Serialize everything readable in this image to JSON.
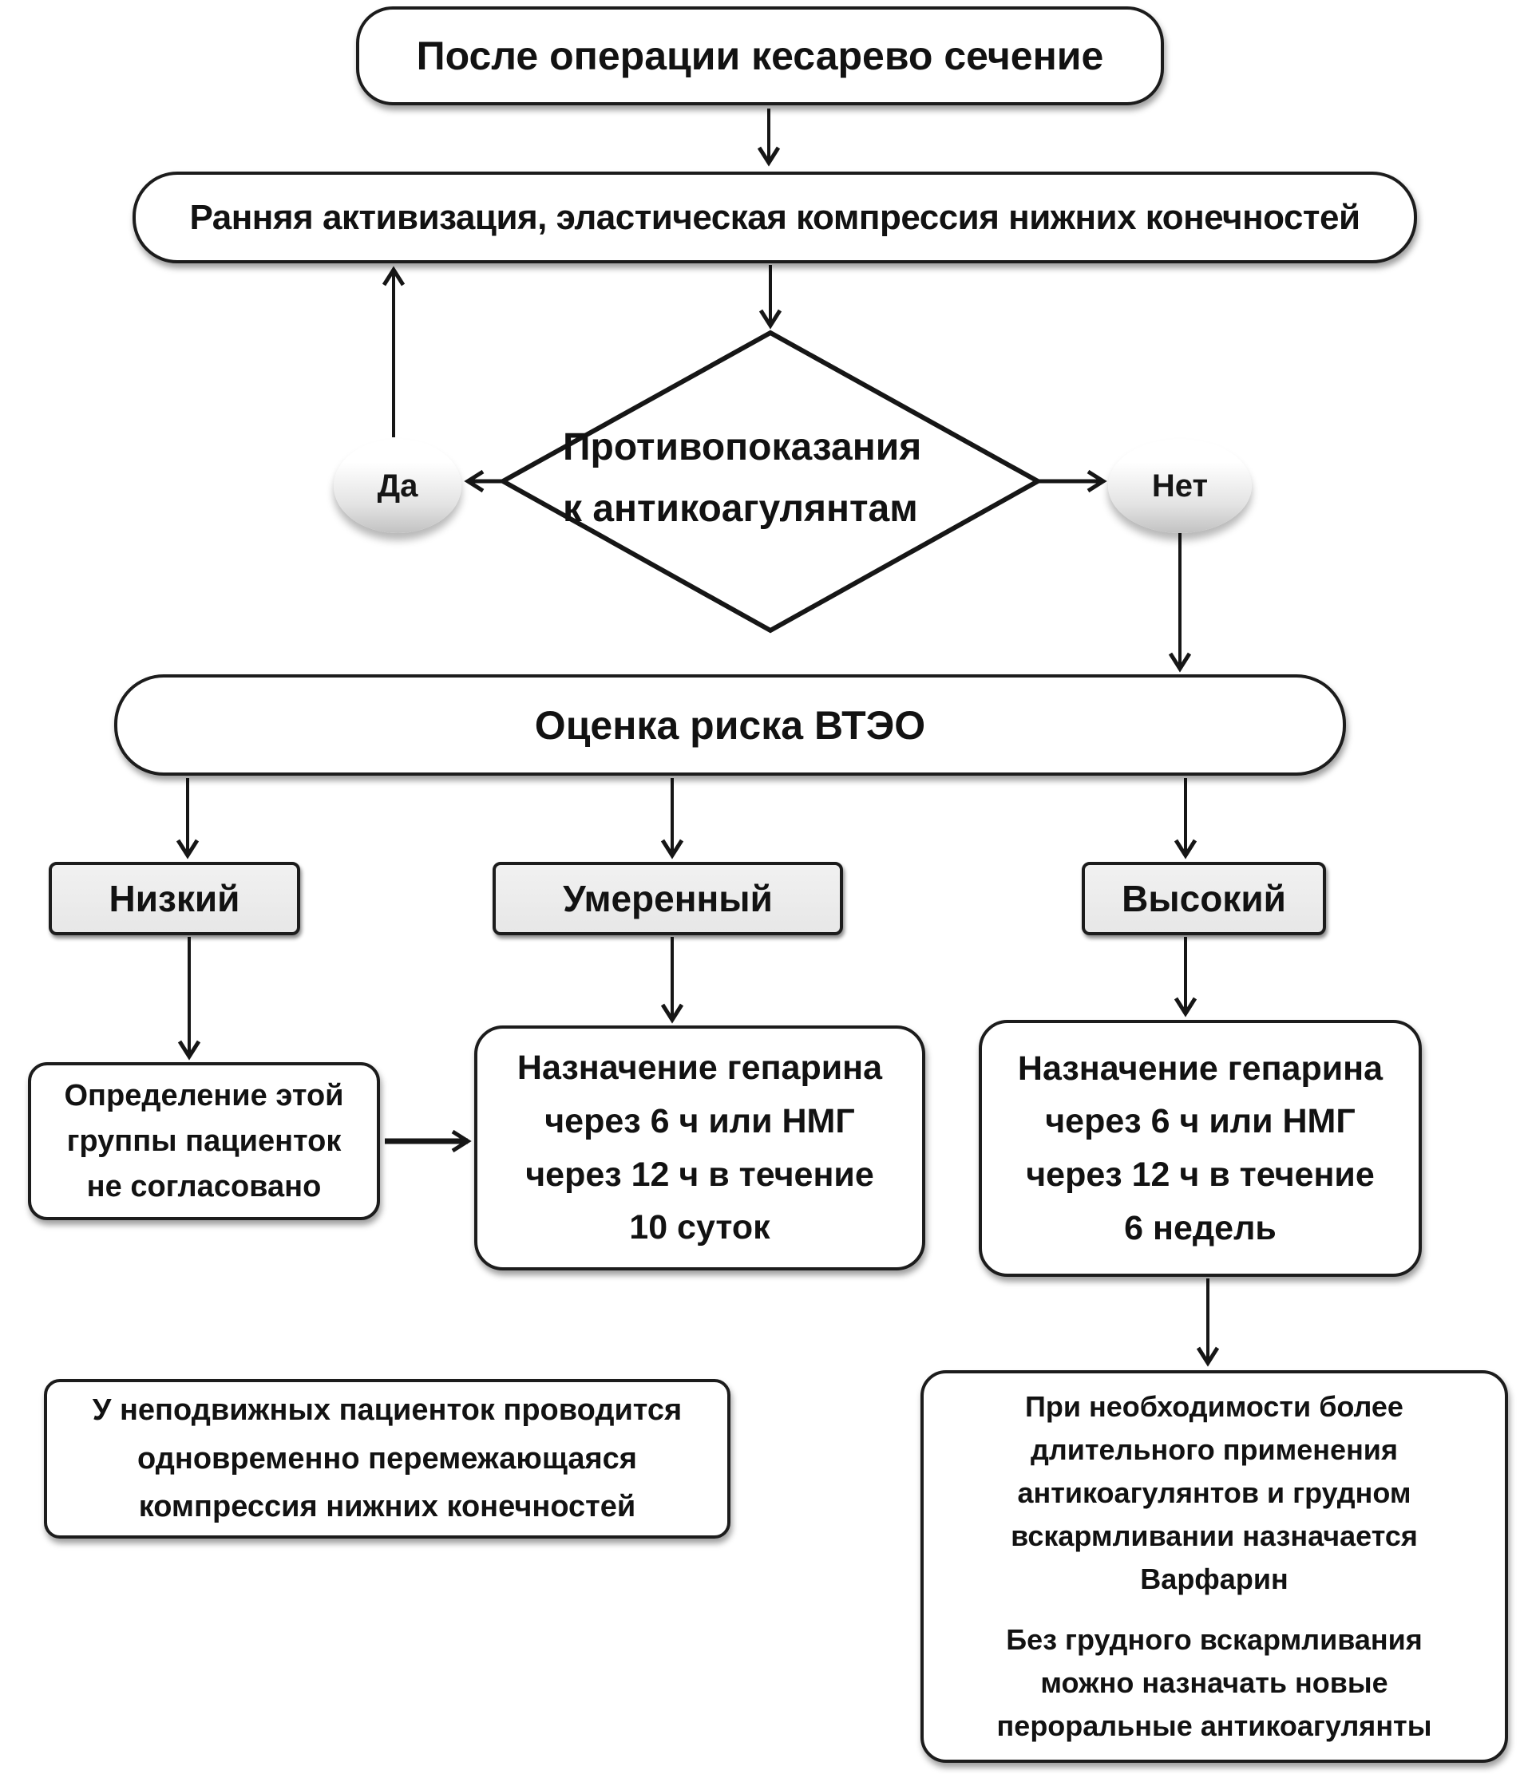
{
  "colors": {
    "ink": "#161616",
    "box_fill": "#ffffff",
    "risk_fill": "#ededed"
  },
  "diagram": {
    "nodes": {
      "start": {
        "label": "После операции  кесарево сечение"
      },
      "early_activation": {
        "label": "Ранняя активизация, эластическая компрессия нижних конечностей"
      },
      "contraindications": {
        "line1": "Противопоказания",
        "line2": "к антикоагулянтам"
      },
      "risk_assessment": {
        "label": "Оценка риска ВТЭО"
      },
      "risk_low": {
        "label": "Низкий"
      },
      "risk_moderate": {
        "label": "Умеренный"
      },
      "risk_high": {
        "label": "Высокий"
      },
      "low_outcome": {
        "line1": "Определение этой",
        "line2": "группы пациенток",
        "line3": "не согласовано"
      },
      "moderate_outcome": {
        "line1": "Назначение гепарина",
        "line2": "через 6 ч или НМГ",
        "line3": "через 12 ч  в течение",
        "line4": "10 суток"
      },
      "high_outcome": {
        "line1": "Назначение гепарина",
        "line2": "через 6 ч или НМГ",
        "line3": "через 12 ч в течение",
        "line4": "6 недель"
      },
      "immobile_note": {
        "line1": "У неподвижных пациенток проводится",
        "line2": "одновременно перемежающаяся",
        "line3": "компрессия нижних конечностей"
      },
      "long_term_note": {
        "para1": "При необходимости более длительного применения антикоагулянтов и грудном вскармливании назначается Варфарин",
        "para2": "Без грудного вскармливания можно назначать новые пероральные антикоагулянты"
      }
    },
    "edge_labels": {
      "yes": "Да",
      "no": "Нет"
    }
  }
}
